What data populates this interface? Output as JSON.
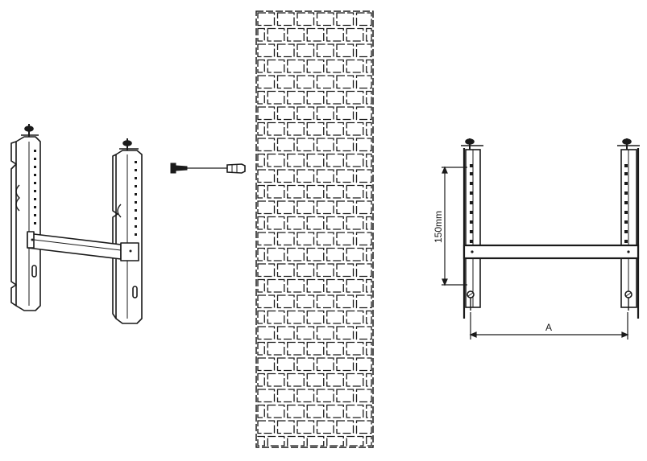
{
  "figure": {
    "dimension_height_label": "150mm",
    "dimension_width_label": "A"
  },
  "colors": {
    "line": "#1a1a1a",
    "bracket_fill": "#ffffff",
    "background": "#ffffff"
  },
  "parts": [
    {
      "name": "mounting-bracket-perspective",
      "kind": "bracket"
    },
    {
      "name": "anchor-screw-and-plug",
      "kind": "hardware"
    },
    {
      "name": "brick-wall",
      "kind": "wall"
    },
    {
      "name": "mounting-bracket-front-view",
      "kind": "bracket"
    }
  ]
}
